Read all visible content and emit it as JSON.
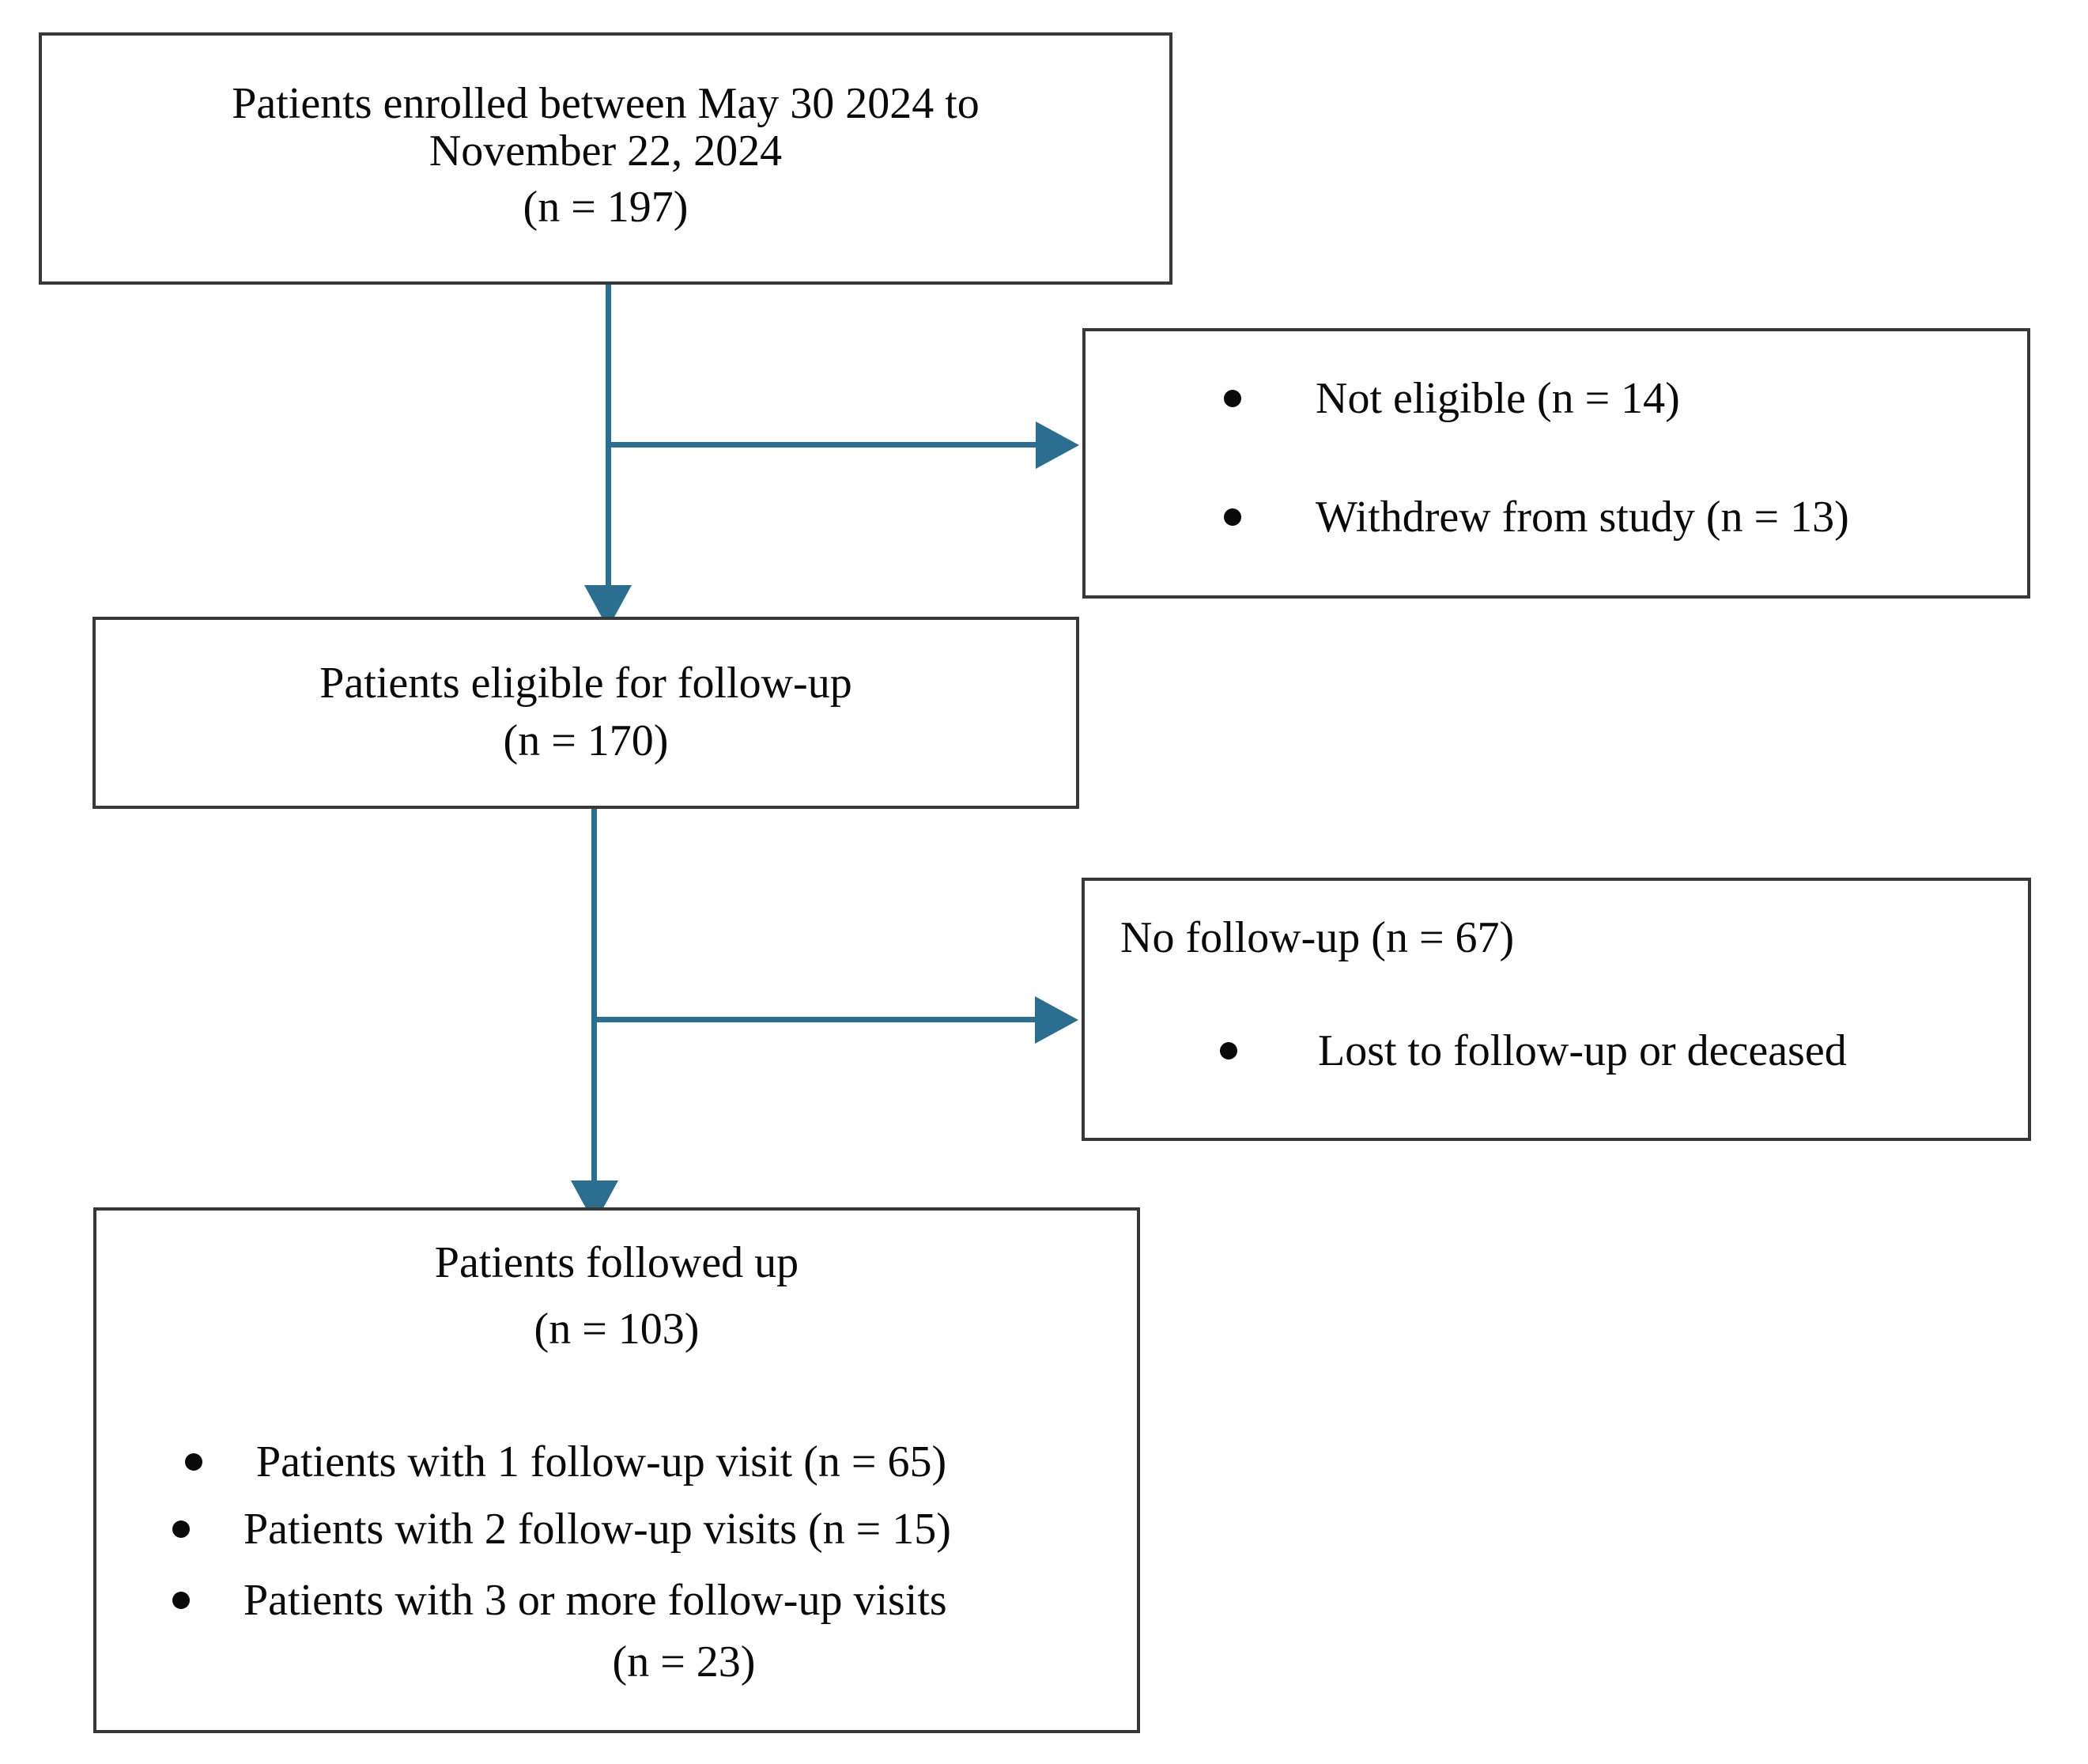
{
  "diagram": {
    "type": "patient-flow-diagram",
    "colors": {
      "arrow": "#2C6E8F",
      "box_border": "#383838",
      "text": "#0a0a0a",
      "background": "#ffffff"
    },
    "boxes": {
      "enrolled": {
        "line1": "Patients enrolled between May 30 2024 to",
        "line2": "November 22, 2024",
        "n": "(n = 197)"
      },
      "excluded": {
        "bullets": [
          "Not eligible (n = 14)",
          "Withdrew from study (n = 13)"
        ]
      },
      "eligible": {
        "line1": "Patients eligible for follow-up",
        "n": "(n = 170)"
      },
      "no_followup": {
        "title": "No follow-up (n = 67)",
        "bullets": [
          "Lost to follow-up or deceased"
        ]
      },
      "followed": {
        "line1": "Patients followed up",
        "n": "(n = 103)",
        "bullets": [
          "Patients with 1 follow-up visit (n = 65)",
          "Patients with 2 follow-up visits (n = 15)",
          "Patients with 3 or more follow-up visits"
        ],
        "bullet3_n": "(n = 23)"
      }
    }
  }
}
